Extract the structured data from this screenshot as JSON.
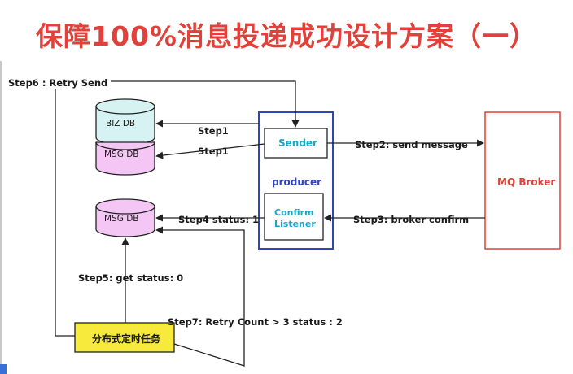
{
  "title": "保障100%消息投递成功设计方案（一）",
  "nodes": {
    "biz_db": "BIZ DB",
    "msg_db_top": "MSG DB",
    "msg_db_bottom": "MSG DB",
    "sender": "Sender",
    "producer": "producer",
    "confirm_listener_line1": "Confirm",
    "confirm_listener_line2": "Listener",
    "mq_broker": "MQ Broker",
    "scheduler": "分布式定时任务"
  },
  "steps": {
    "step1_a": "Step1",
    "step1_b": "Step1",
    "step2": "Step2:  send message",
    "step3": "Step3:  broker confirm",
    "step4": "Step4 status: 1",
    "step5": "Step5: get status:  0",
    "step6": "Step6 :  Retry Send",
    "step7": "Step7: Retry Count > 3 status : 2"
  },
  "colors": {
    "title": "#e0413a",
    "db_biz": "#d6f2f2",
    "db_msg": "#f3c6f3",
    "producer_border": "#2f45b8",
    "producer_text": "#2f45b8",
    "sender_text": "#19a7c9",
    "broker_border": "#e0413a",
    "broker_text": "#e0413a",
    "scheduler_fill": "#f7ea3c"
  }
}
